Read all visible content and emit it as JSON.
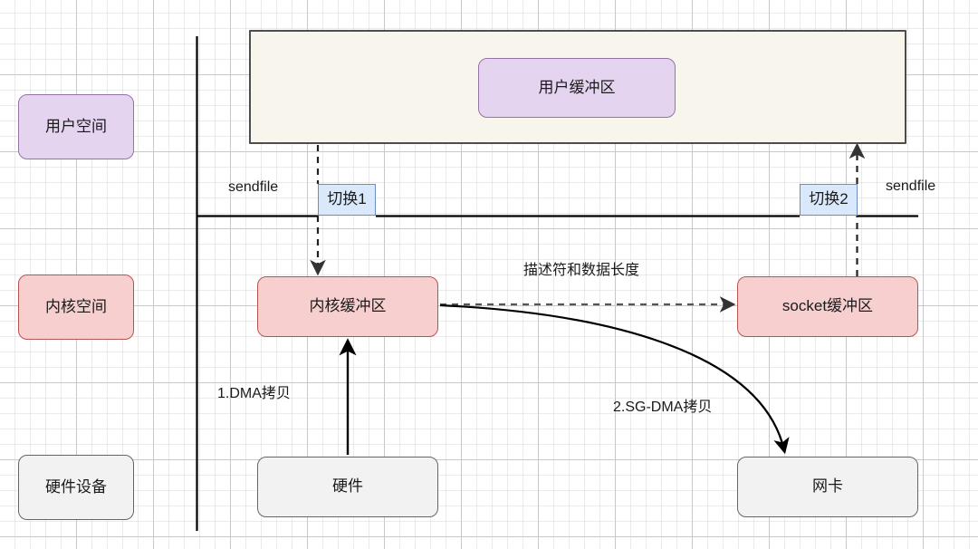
{
  "diagram": {
    "title": "sendfile zero-copy data flow",
    "type": "flow-diagram",
    "colors": {
      "user_fill": "#e5d4ef",
      "user_stroke": "#9673a6",
      "kernel_fill": "#f7cfcf",
      "kernel_stroke": "#b85450",
      "hardware_fill": "#f2f2f2",
      "hardware_stroke": "#666666",
      "switch_fill": "#dae8fc",
      "switch_stroke": "#6c8ebf",
      "container_fill": "#f8f6ec",
      "container_stroke": "#4d4d4d",
      "line": "#000000",
      "grid_minor": "#d2d2d2",
      "grid_major": "#aaaaaa"
    }
  },
  "legend": {
    "user_space": "用户空间",
    "kernel_space": "内核空间",
    "hardware_devices": "硬件设备"
  },
  "nodes": {
    "user_buffer": "用户缓冲区",
    "kernel_buffer": "内核缓冲区",
    "socket_buffer": "socket缓冲区",
    "hardware": "硬件",
    "network_card": "网卡"
  },
  "switches": {
    "switch_1": "切换1",
    "switch_2": "切换2"
  },
  "labels": {
    "sendfile_left": "sendfile",
    "sendfile_right": "sendfile",
    "descriptor_and_length": "描述符和数据长度",
    "dma_copy": "1.DMA拷贝",
    "sg_dma_copy": "2.SG-DMA拷贝"
  }
}
